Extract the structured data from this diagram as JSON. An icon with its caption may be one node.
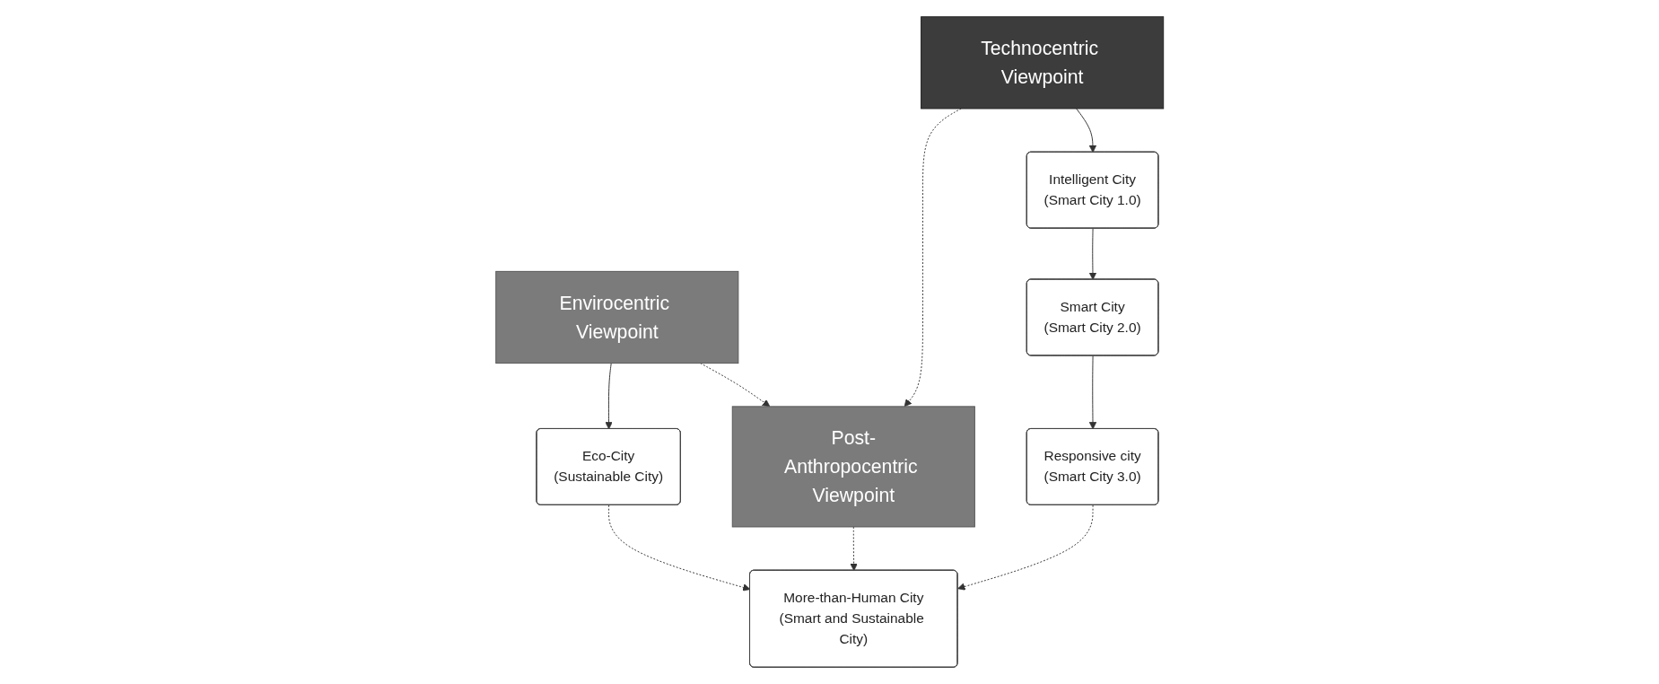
{
  "diagram": {
    "nodes": [
      {
        "text": [
          "Envirocentric Viewpoint"
        ]
      },
      {
        "text": [
          "Technocentric Viewpoint"
        ]
      },
      {
        "text": [
          "Eco-City",
          "(Sustainable City)"
        ]
      },
      {
        "text": [
          "Intelligent City",
          "(Smart City 1.0)"
        ]
      },
      {
        "text": [
          "Smart City",
          "(Smart City 2.0)"
        ]
      },
      {
        "text": [
          "Post-Anthropocentric Viewpoint"
        ]
      },
      {
        "text": [
          "Responsive city",
          "(Smart City 3.0)"
        ]
      },
      {
        "text": [
          "More-than-Human City",
          "(Smart and Sustainable City)"
        ]
      }
    ],
    "edges": [
      {
        "from": 0,
        "to": 2,
        "arrow": "to"
      },
      {
        "from": 0,
        "to": 5,
        "arrow": "to",
        "style": "dashed"
      },
      {
        "from": 1,
        "to": 5,
        "arrow": "to",
        "style": "dashed"
      },
      {
        "from": 1,
        "to": 3,
        "arrow": "to"
      },
      {
        "from": 3,
        "to": 4,
        "arrow": "to"
      },
      {
        "from": 4,
        "to": 6,
        "arrow": "to"
      },
      {
        "from": 2,
        "to": 7,
        "arrow": "to",
        "style": "dashed"
      },
      {
        "from": 5,
        "to": 7,
        "arrow": "to",
        "style": "dashed"
      },
      {
        "from": 6,
        "to": 7,
        "arrow": "to",
        "style": "dashed"
      }
    ]
  }
}
